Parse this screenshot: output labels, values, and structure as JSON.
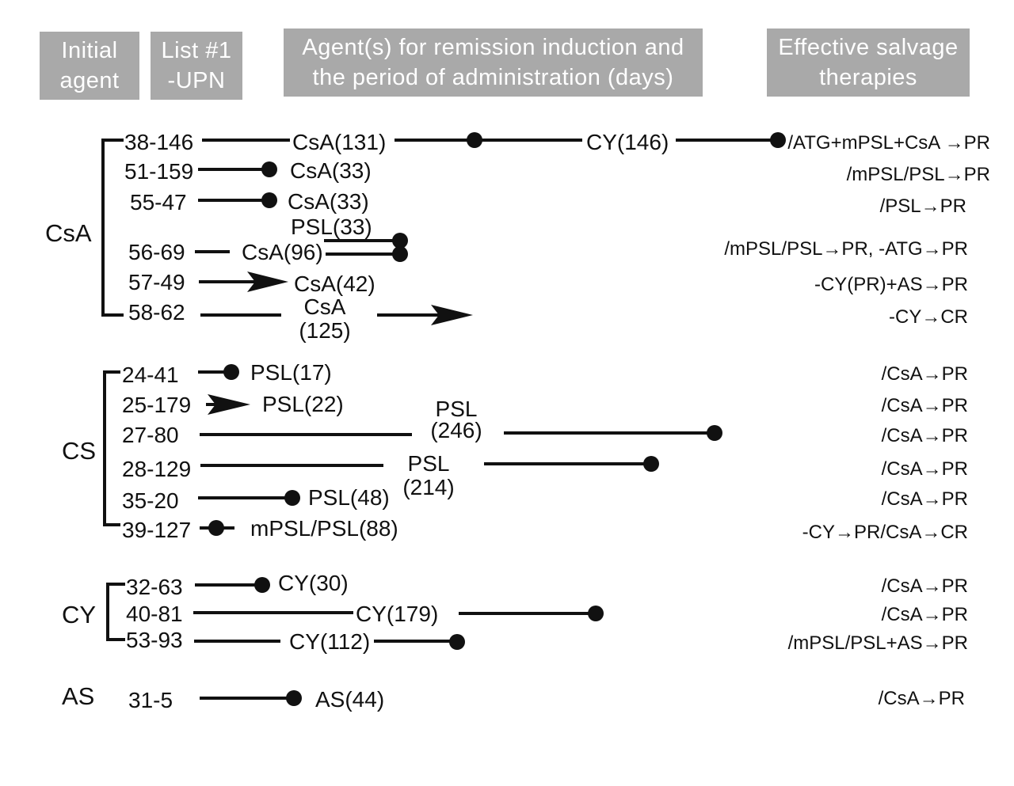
{
  "headers": {
    "initial_agent": [
      "Initial",
      "agent"
    ],
    "upn": [
      "List #1",
      "-UPN"
    ],
    "agents": [
      "Agent(s) for remission induction and",
      "the period of administration (days)"
    ],
    "salvage": [
      "Effective salvage",
      "therapies"
    ]
  },
  "groups": [
    {
      "name": "CsA"
    },
    {
      "name": "CS"
    },
    {
      "name": "CY"
    },
    {
      "name": "AS"
    }
  ],
  "rows": [
    {
      "upn": "38-146",
      "labels": [
        "CsA(131)",
        "CY(146)"
      ],
      "salvage": "/ATG+mPSL+CsA →PR"
    },
    {
      "upn": "51-159",
      "labels": [
        "CsA(33)"
      ],
      "salvage": "/mPSL/PSL→PR"
    },
    {
      "upn": "55-47",
      "labels": [
        "CsA(33)"
      ],
      "salvage": "/PSL→PR"
    },
    {
      "upn": "56-69",
      "labels": [
        "PSL(33)",
        "CsA(96)"
      ],
      "salvage": "/mPSL/PSL→PR, -ATG→PR"
    },
    {
      "upn": "57-49",
      "labels": [
        "CsA(42)"
      ],
      "salvage": "-CY(PR)+AS→PR"
    },
    {
      "upn": "58-62",
      "labels": [
        "CsA",
        "(125)"
      ],
      "salvage": "-CY→CR"
    },
    {
      "upn": "24-41",
      "labels": [
        "PSL(17)"
      ],
      "salvage": "/CsA→PR"
    },
    {
      "upn": "25-179",
      "labels": [
        "PSL(22)"
      ],
      "salvage": "/CsA→PR"
    },
    {
      "upn": "27-80",
      "labels": [
        "PSL",
        "(246)"
      ],
      "salvage": "/CsA→PR"
    },
    {
      "upn": "28-129",
      "labels": [
        "PSL",
        "(214)"
      ],
      "salvage": "/CsA→PR"
    },
    {
      "upn": "35-20",
      "labels": [
        "PSL(48)"
      ],
      "salvage": "/CsA→PR"
    },
    {
      "upn": "39-127",
      "labels": [
        "mPSL/PSL(88)"
      ],
      "salvage": "-CY→PR/CsA→CR"
    },
    {
      "upn": "32-63",
      "labels": [
        "CY(30)"
      ],
      "salvage": "/CsA→PR"
    },
    {
      "upn": "40-81",
      "labels": [
        "CY(179)"
      ],
      "salvage": "/CsA→PR"
    },
    {
      "upn": "53-93",
      "labels": [
        "CY(112)"
      ],
      "salvage": "/mPSL/PSL+AS→PR"
    },
    {
      "upn": "31-5",
      "labels": [
        "AS(44)"
      ],
      "salvage": "/CsA→PR"
    }
  ]
}
